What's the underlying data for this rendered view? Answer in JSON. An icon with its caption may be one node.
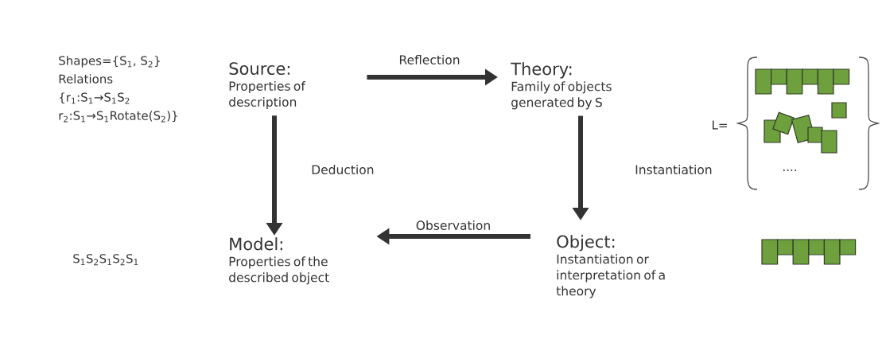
{
  "diagram": {
    "nodes": [
      {
        "text": [
          "Source:",
          "Properties of description"
        ]
      },
      {
        "text": [
          "Theory:",
          "Family of objects generated by S"
        ]
      },
      {
        "text": [
          "Model:",
          "Properties of the described object"
        ]
      },
      {
        "text": [
          "Object:",
          "Instantiation or interpretation of a theory"
        ]
      }
    ],
    "edges": [
      {
        "from": 0,
        "to": 1,
        "arrow": "to",
        "label": "Reflection"
      },
      {
        "from": 0,
        "to": 2,
        "arrow": "to",
        "label": "Deduction"
      },
      {
        "from": 1,
        "to": 3,
        "arrow": "to",
        "label": "Instantiation"
      },
      {
        "from": 3,
        "to": 2,
        "arrow": "to",
        "label": "Observation"
      }
    ],
    "labels": [
      "Shapes={S$_{1}$, S$_{2}$}",
      "Relations",
      "{r$_{1}$:S$_{1}$→S$_{1}$S$_{2}$",
      "r$_{2}$:S$_{1}$→S$_{1}$Rotate(S$_{2}$)}",
      "L=",
      "....",
      "S$_{1}$S$_{2}$S$_{1}$S$_{2}$S$_{1}$"
    ]
  }
}
